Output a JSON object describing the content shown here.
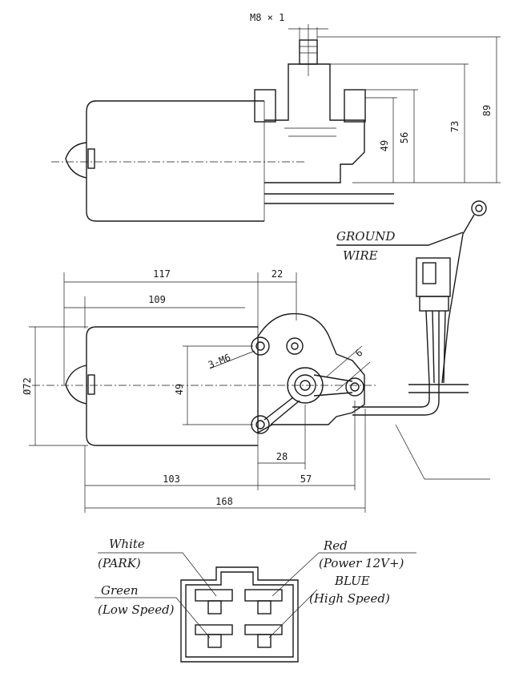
{
  "top_view": {
    "thread_label": "M8 × 1",
    "heights": [
      "89",
      "73",
      "56",
      "49"
    ]
  },
  "front_view": {
    "widths": [
      "117",
      "109",
      "22",
      "28",
      "103",
      "57",
      "168"
    ],
    "diameter_label": "Ø72",
    "height_label": "49",
    "hole_label": "3-M6",
    "small_label": "6"
  },
  "ground_label": [
    "GROUND",
    "WIRE"
  ],
  "connector_labels": {
    "white": [
      "White",
      "(PARK)"
    ],
    "green": [
      "Green",
      "(Low Speed)"
    ],
    "red": [
      "Red",
      "(Power 12V+)"
    ],
    "blue": [
      "BLUE",
      "(High Speed)"
    ]
  }
}
